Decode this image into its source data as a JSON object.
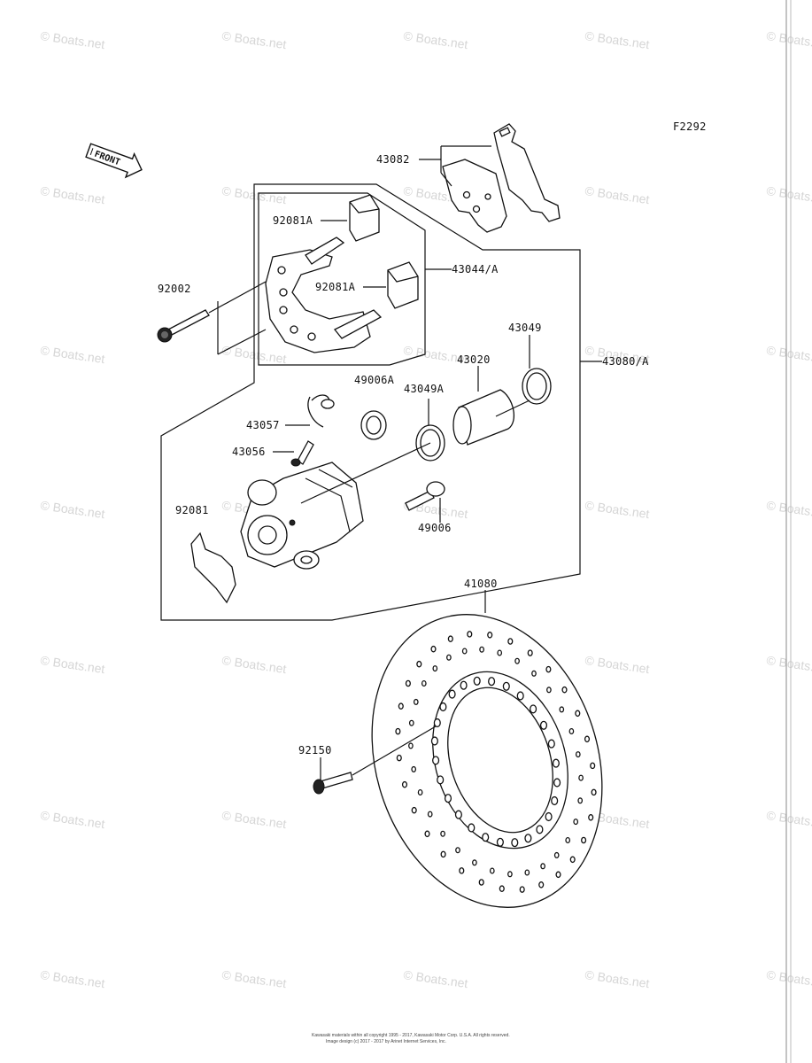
{
  "figure_code": "F2292",
  "orientation_label": "FRONT",
  "watermark": "© Boats.net",
  "copyright_line1": "Kawasaki materials within all copyright 1995 - 2017, Kawasaki Motor Corp. U.S.A. All rights reserved.",
  "copyright_line2": "Image design (c) 2017 - 2017 by Arinet Internet Services, Inc.",
  "parts": {
    "p43082": "43082",
    "p92081A_top": "92081A",
    "p92081A_mid": "92081A",
    "p43044A": "43044/A",
    "p92002": "92002",
    "p43049": "43049",
    "p43020": "43020",
    "p43080A": "43080/A",
    "p49006A": "49006A",
    "p43049A": "43049A",
    "p43057": "43057",
    "p43056": "43056",
    "p92081": "92081",
    "p49006": "49006",
    "p41080": "41080",
    "p92150": "92150"
  }
}
